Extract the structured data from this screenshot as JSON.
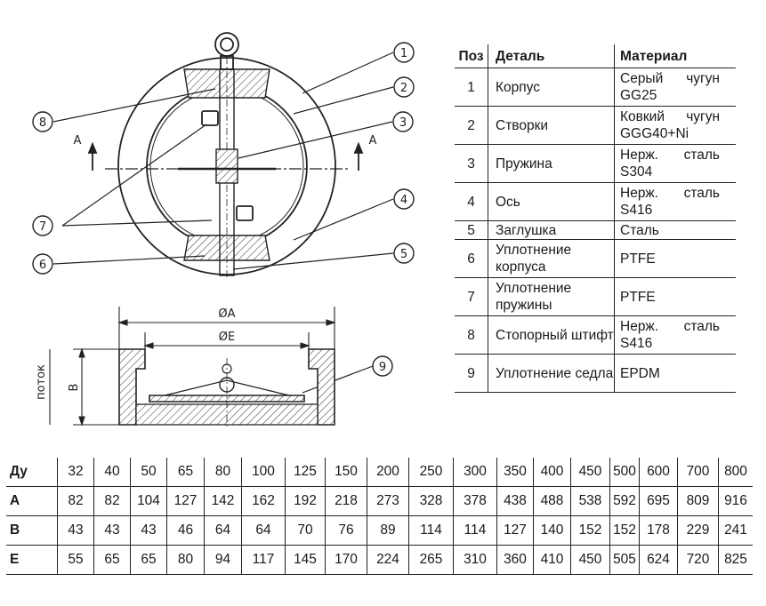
{
  "drawing": {
    "balloons": [
      "1",
      "2",
      "3",
      "4",
      "5",
      "6",
      "7",
      "8",
      "9"
    ],
    "section_marks": [
      "A",
      "A"
    ],
    "dim_a": "ØA",
    "dim_e": "ØE",
    "dim_b": "B",
    "flow_label": "поток"
  },
  "parts": {
    "headers": [
      "Поз",
      "Деталь",
      "Материал"
    ],
    "rows": [
      {
        "pos": "1",
        "part": "Корпус",
        "material": "Серый чугун GG25"
      },
      {
        "pos": "2",
        "part": "Створки",
        "material": "Ковкий чугун GGG40+Ni"
      },
      {
        "pos": "3",
        "part": "Пружина",
        "material": "Нерж. сталь S304"
      },
      {
        "pos": "4",
        "part": "Ось",
        "material": "Нерж. сталь S416"
      },
      {
        "pos": "5",
        "part": "Заглушка",
        "material": "Сталь"
      },
      {
        "pos": "6",
        "part": "Уплотнение корпуса",
        "material": "PTFE"
      },
      {
        "pos": "7",
        "part": "Уплотнение пружины",
        "material": "PTFE"
      },
      {
        "pos": "8",
        "part": "Стопорный штифт",
        "material": "Нерж. сталь S416"
      },
      {
        "pos": "9",
        "part": "Уплотнение седла",
        "material": "EPDM"
      }
    ]
  },
  "dimensions": {
    "rows": [
      {
        "label": "Ду",
        "values": [
          "32",
          "40",
          "50",
          "65",
          "80",
          "100",
          "125",
          "150",
          "200",
          "250",
          "300",
          "350",
          "400",
          "450",
          "500",
          "600",
          "700",
          "800"
        ]
      },
      {
        "label": "A",
        "values": [
          "82",
          "82",
          "104",
          "127",
          "142",
          "162",
          "192",
          "218",
          "273",
          "328",
          "378",
          "438",
          "488",
          "538",
          "592",
          "695",
          "809",
          "916"
        ]
      },
      {
        "label": "B",
        "values": [
          "43",
          "43",
          "43",
          "46",
          "64",
          "64",
          "70",
          "76",
          "89",
          "114",
          "114",
          "127",
          "140",
          "152",
          "152",
          "178",
          "229",
          "241"
        ]
      },
      {
        "label": "E",
        "values": [
          "55",
          "65",
          "65",
          "80",
          "94",
          "117",
          "145",
          "170",
          "224",
          "265",
          "310",
          "360",
          "410",
          "450",
          "505",
          "624",
          "720",
          "825"
        ]
      }
    ]
  }
}
